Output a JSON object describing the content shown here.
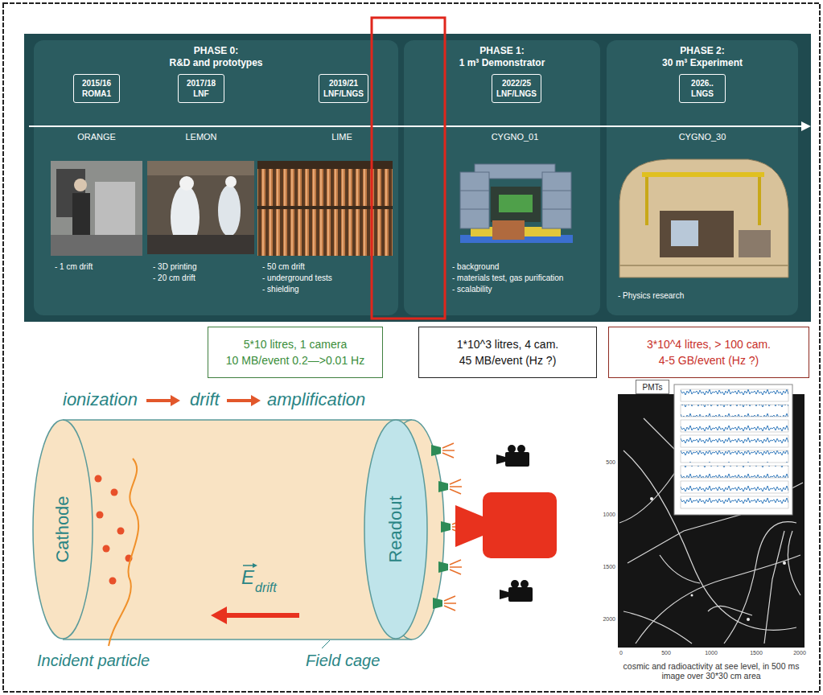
{
  "diagram": {
    "nodes": [
      {
        "text": [
          "PHASE 0:",
          "R&D and prototypes"
        ]
      },
      {
        "text": [
          "2015/16",
          "ROMA1"
        ],
        "in": 0
      },
      {
        "text": [
          "2017/18",
          "LNF"
        ],
        "in": 0
      },
      {
        "text": [
          "2019/21",
          "LNF/LNGS"
        ],
        "in": 0
      },
      {
        "text": [
          "PHASE 1:",
          "1 m³ Demonstrator"
        ]
      },
      {
        "text": [
          "2022/25",
          "LNF/LNGS"
        ],
        "in": 4
      },
      {
        "text": [
          "PHASE 2:",
          "30 m³ Experiment"
        ]
      },
      {
        "text": [
          "2026..",
          "LNGS"
        ],
        "in": 6
      },
      {
        "text": [
          "5*10 litres, 1 camera",
          "10 MB/event 0.2—>0.01 Hz"
        ]
      },
      {
        "text": [
          "1*10^3 litres, 4 cam.",
          "45 MB/event (Hz ?)"
        ]
      },
      {
        "text": [
          "3*10^4 litres, > 100 cam.",
          "4-5 GB/event (Hz ?)"
        ]
      },
      {
        "text": [
          "Cathode"
        ]
      },
      {
        "text": [
          "Readout"
        ]
      },
      {
        "text": [
          "PMTs"
        ]
      }
    ],
    "labels": [
      "ORANGE",
      "LEMON",
      "LIME",
      "CYGNO_01",
      "CYGNO_30",
      "- 1 cm drift",
      "- 3D printing",
      "- 20 cm drift",
      "- 50 cm drift",
      "- underground tests",
      "- shielding",
      "- background",
      "- materials test, gas purification",
      "- scalability",
      "- Physics research",
      "ionization",
      "drift",
      "amplification",
      "E",
      "drift",
      "Incident particle",
      "Field cage",
      "500",
      "1000",
      "1500",
      "2000",
      "0",
      "500",
      "1000",
      "1500",
      "2000",
      "cosmic and radioactivity at see level, in 500 ms image over 30*30 cm area"
    ]
  }
}
